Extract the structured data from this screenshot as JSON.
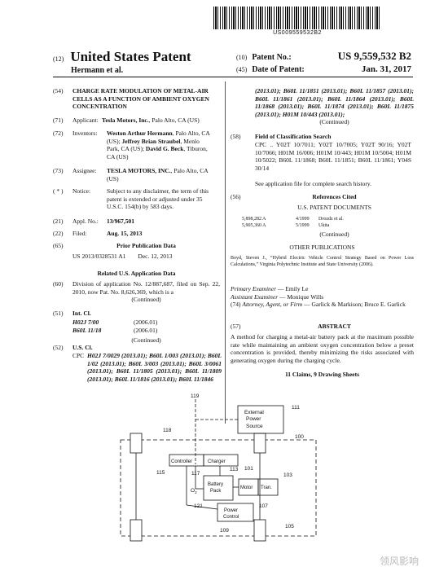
{
  "barcode_number": "US009559532B2",
  "header": {
    "num12": "(12)",
    "title": "United States Patent",
    "inventors_short": "Hermann et al.",
    "num10": "(10)",
    "patent_no_label": "Patent No.:",
    "patent_no": "US 9,559,532 B2",
    "num45": "(45)",
    "date_label": "Date of Patent:",
    "date": "Jan. 31, 2017"
  },
  "left": {
    "c54": "(54)",
    "title": "CHARGE RATE MODULATION OF METAL-AIR CELLS AS A FUNCTION OF AMBIENT OXYGEN CONCENTRATION",
    "c71": "(71)",
    "applicant_label": "Applicant:",
    "applicant": "Tesla Motors, Inc.",
    "applicant_loc": ", Palo Alto, CA (US)",
    "c72": "(72)",
    "inventors_label": "Inventors:",
    "inv1": "Weston Arthur Hermann",
    "inv1_loc": ", Palo Alto, CA (US); ",
    "inv2": "Jeffrey Brian Straubel",
    "inv2_loc": ", Menlo Park, CA (US); ",
    "inv3": "David G. Beck",
    "inv3_loc": ", Tiburon, CA (US)",
    "c73": "(73)",
    "assignee_label": "Assignee:",
    "assignee": "TESLA MOTORS, INC.",
    "assignee_loc": ", Palo Alto, CA (US)",
    "cnotice": "( * )",
    "notice_label": "Notice:",
    "notice": "Subject to any disclaimer, the term of this patent is extended or adjusted under 35 U.S.C. 154(b) by 583 days.",
    "c21": "(21)",
    "appl_label": "Appl. No.:",
    "appl_no": "13/967,501",
    "c22": "(22)",
    "filed_label": "Filed:",
    "filed": "Aug. 15, 2013",
    "c65": "(65)",
    "prior_pub_title": "Prior Publication Data",
    "prior_pub": "US 2013/0328531 A1        Dec. 12, 2013",
    "related_title": "Related U.S. Application Data",
    "c60": "(60)",
    "related": "Division of application No. 12/887,687, filed on Sep. 22, 2010, now Pat. No. 8,626,369, which is a",
    "continued": "(Continued)",
    "c51": "(51)",
    "intcl_label": "Int. Cl.",
    "intcl": [
      {
        "code": "H02J 7/00",
        "date": "(2006.01)"
      },
      {
        "code": "B60L 11/18",
        "date": "(2006.01)"
      }
    ],
    "c52": "(52)",
    "uscl_label": "U.S. Cl.",
    "cpc_label": "CPC",
    "cpc_text": "H02J 7/0029 (2013.01); B60L 1/003 (2013.01); B60L 1/02 (2013.01); B60L 3/003 (2013.01); B60L 3/0061 (2013.01); B60L 11/1805 (2013.01); B60L 11/1809 (2013.01); B60L 11/1816 (2013.01); B60L 11/1846"
  },
  "right": {
    "cpc_cont": "(2013.01); B60L 11/1851 (2013.01); B60L 11/1857 (2013.01); B60L 11/1861 (2013.01); B60L 11/1864 (2013.01); B60L 11/1868 (2013.01); B60L 11/1874 (2013.01); B60L 11/1875 (2013.01); H01M 10/443 (2013.01);",
    "continued": "(Continued)",
    "c58": "(58)",
    "field_label": "Field of Classification Search",
    "field_text": "CPC .. Y02T 10/7011; Y02T 10/7005; Y02T 90/16; Y02T 10/7066; H01M 16/006; H01M 10/443; H01M 10/5004; H01M 10/5022; B60L 11/1868; B60L 11/1851; B60L 11/1861; Y04S 30/14",
    "field_note": "See application file for complete search history.",
    "c56": "(56)",
    "refs_title": "References Cited",
    "us_docs_title": "U.S. PATENT DOCUMENTS",
    "refs": [
      {
        "no": "5,898,282 A",
        "date": "4/1999",
        "name": "Drozdz et al."
      },
      {
        "no": "5,905,360 A",
        "date": "5/1999",
        "name": "Ukita"
      }
    ],
    "refs_continued": "(Continued)",
    "other_pubs_title": "OTHER PUBLICATIONS",
    "other_pubs": "Boyd, Steven J., “Hybrid Electric Vehicle Control Strategy Based on Power Loss Calculations,” Virginia Polytechnic Institute and State University (2006).",
    "primary_label": "Primary Examiner",
    "primary": " — Emily Le",
    "assistant_label": "Assistant Examiner",
    "assistant": " — Monique Wills",
    "c74": "(74)",
    "attorney_label": "Attorney, Agent, or Firm",
    "attorney": " — Garlick & Markison; Bruce E. Garlick",
    "c57": "(57)",
    "abstract_title": "ABSTRACT",
    "abstract": "A method for charging a metal-air battery pack at the maximum possible rate while maintaining an ambient oxygen concentration below a preset concentration is provided, thereby minimizing the risks associated with generating oxygen during the charging cycle.",
    "claims": "11 Claims, 9 Drawing Sheets"
  },
  "figure": {
    "n119": "119",
    "n111": "111",
    "ext_power": [
      "External",
      "Power",
      "Source"
    ],
    "n100": "100",
    "n118": "118",
    "controller": "Controller",
    "charger": "Charger",
    "n115": "115",
    "n117": "117",
    "n113": "113",
    "n101": "101",
    "n103": "103",
    "battery": [
      "Battery",
      "Pack"
    ],
    "o2": "O",
    "o2sub": "2",
    "motor": "Motor",
    "tran": "Tran.",
    "n121": "121",
    "n107": "107",
    "power_control": [
      "Power",
      "Control"
    ],
    "n105": "105",
    "n109": "109"
  },
  "watermark": "领风影响"
}
